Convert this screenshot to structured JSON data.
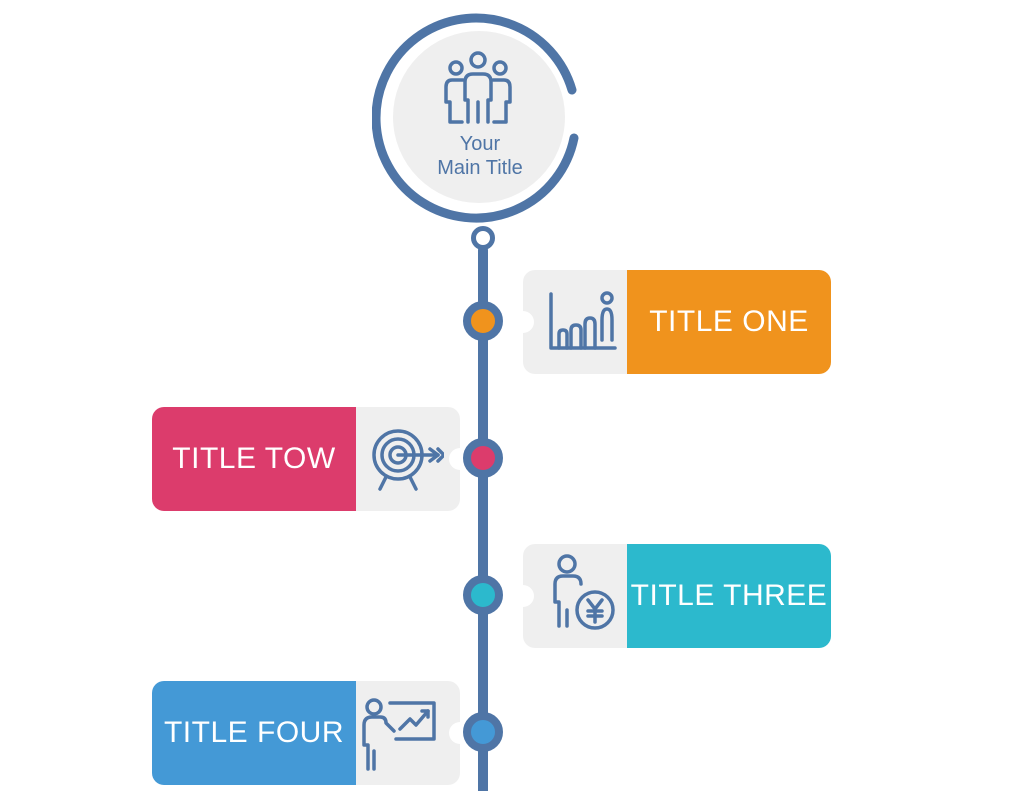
{
  "header": {
    "title_line1": "Your",
    "title_line2": "Main Title",
    "icon": "people-group-icon"
  },
  "colors": {
    "timeline": "#4f75a6",
    "panel": "#efefef",
    "one": "#f0931d",
    "two": "#dc3c6c",
    "three": "#2cb9cd",
    "four": "#4499d6"
  },
  "items": [
    {
      "label": "TITLE ONE",
      "icon": "bar-chart-person-icon"
    },
    {
      "label": "TITLE TOW",
      "icon": "target-arrow-icon"
    },
    {
      "label": "TITLE THREE",
      "icon": "person-yen-coin-icon"
    },
    {
      "label": "TITLE FOUR",
      "icon": "presentation-board-icon"
    }
  ]
}
